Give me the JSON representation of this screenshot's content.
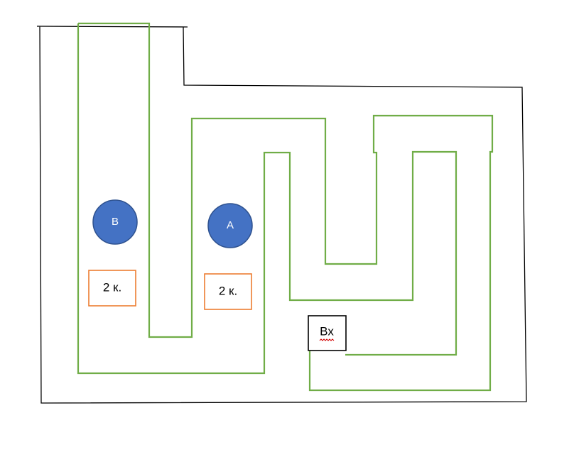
{
  "colors": {
    "outline": "#000000",
    "corridor": "#70ad47",
    "circle_fill": "#4472c4",
    "circle_stroke": "#2f528f",
    "label_box_border": "#ed7d31",
    "entry_border": "#000000",
    "spellcheck_underline": "#d00000"
  },
  "nodes": {
    "b": {
      "label": "B"
    },
    "a": {
      "label": "A"
    }
  },
  "boxes": {
    "left": {
      "label": "2 к."
    },
    "right": {
      "label": "2 к."
    }
  },
  "entrance": {
    "label": "Вх"
  }
}
